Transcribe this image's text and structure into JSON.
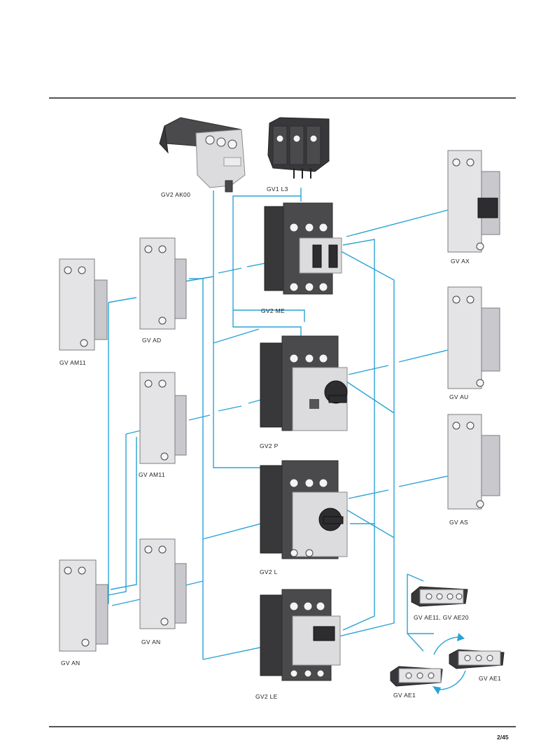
{
  "page_number": "2/45",
  "components": {
    "gv2_ak00": "GV2 AK00",
    "gv1_l3": "GV1 L3",
    "gv2_me": "GV2 ME",
    "gv2_p": "GV2 P",
    "gv2_l": "GV2 L",
    "gv2_le": "GV2 LE",
    "gv_ax": "GV AX",
    "gv_au": "GV AU",
    "gv_as": "GV AS",
    "gv_ad": "GV AD",
    "gv_am11_left": "GV AM11",
    "gv_am11_mid": "GV AM11",
    "gv_an_left": "GV AN",
    "gv_an_mid": "GV AN",
    "gv_ae11_ae20": "GV AE11, GV AE20",
    "gv_ae1_left": "GV AE1",
    "gv_ae1_right": "GV AE1"
  },
  "colors": {
    "connector": "#2aa3d6",
    "rule": "#1a1a1a"
  },
  "icons": {
    "cycle_arrows": "circular-double-arrow-icon"
  }
}
